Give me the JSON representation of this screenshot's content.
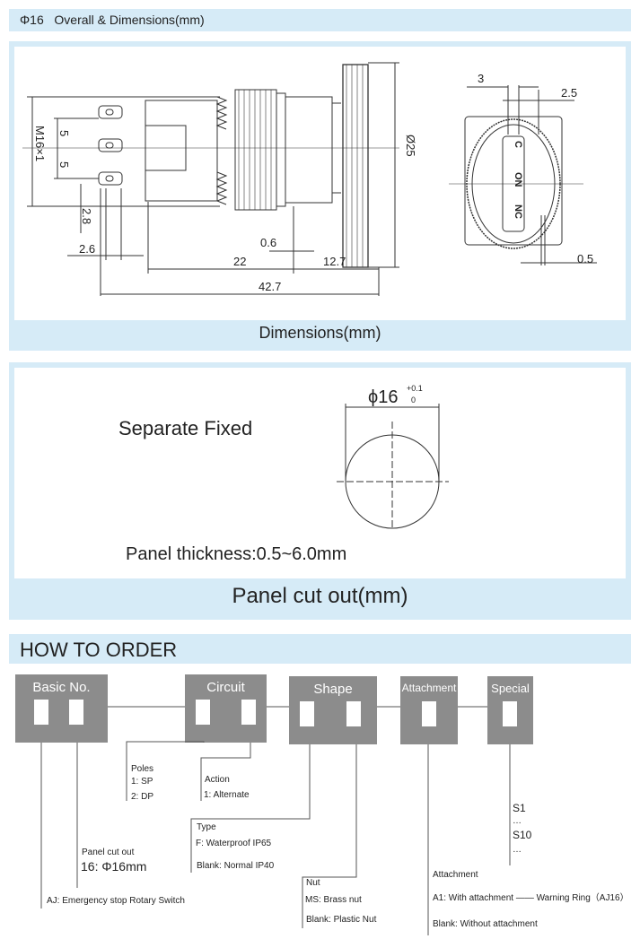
{
  "header": {
    "title": "Φ16   Overall & Dimensions(mm)"
  },
  "dimensions": {
    "caption": "Dimensions(mm)",
    "labels": {
      "m16": "M16×1",
      "five_a": "5",
      "five_b": "5",
      "d28": "2.8",
      "d26": "2.6",
      "d06": "0.6",
      "d22": "22",
      "d127": "12.7",
      "d427": "42.7",
      "d25": "Ø25",
      "d3": "3",
      "d25b": "2.5",
      "d05": "0.5",
      "c": "C",
      "on": "ON",
      "nc": "NC"
    }
  },
  "cutout": {
    "mount": "Separate Fixed",
    "diameter": "ϕ16",
    "tol_plus": "+0.1",
    "tol_zero": "0",
    "thickness": "Panel thickness:0.5~6.0mm",
    "caption": "Panel cut out(mm)"
  },
  "order": {
    "title": "HOW TO ORDER",
    "boxes": {
      "basic": "Basic No.",
      "circuit": "Circuit",
      "shape": "Shape",
      "attachment": "Attachment",
      "special": "Special"
    },
    "poles": {
      "title": "Poles",
      "o1": "1: SP",
      "o2": "2: DP"
    },
    "action": {
      "title": "Action",
      "o1": "1: Alternate"
    },
    "type": {
      "title": "Type",
      "o1": "F: Waterproof  IP65",
      "o2": "Blank:  Normal  IP40"
    },
    "panel": {
      "title": "Panel cut out",
      "o1": "16: Φ16mm"
    },
    "basic": {
      "o1": "AJ: Emergency stop Rotary Switch"
    },
    "nut": {
      "title": "Nut",
      "o1": "MS: Brass nut",
      "o2": "Blank:  Plastic Nut"
    },
    "special": {
      "o1": "S1",
      "o2": "…",
      "o3": "S10",
      "o4": "…"
    },
    "attachment": {
      "title": "Attachment",
      "o1": "A1: With attachment —— Warning Ring（AJ16）",
      "o2": "Blank: Without attachment"
    }
  }
}
